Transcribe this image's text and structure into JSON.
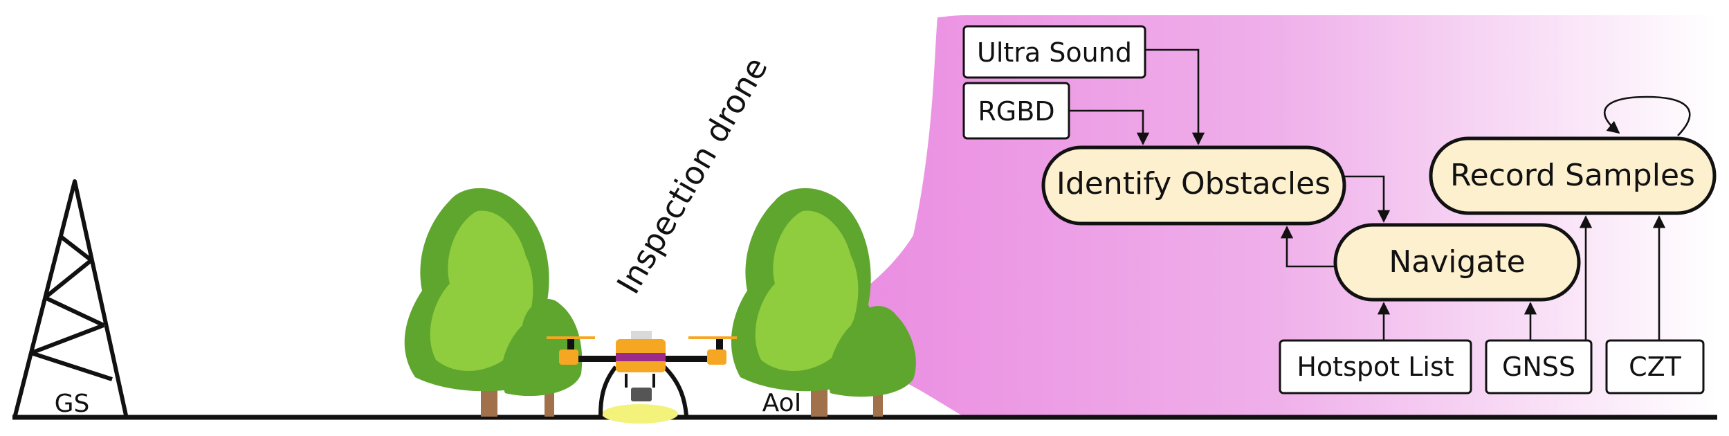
{
  "ground_station_label": "GS",
  "drone_label": "Inspection drone",
  "area_label": "AoI",
  "inputs": {
    "ultrasound": "Ultra Sound",
    "rgbd": "RGBD",
    "hotspot": "Hotspot List",
    "gnss": "GNSS",
    "czt": "CZT"
  },
  "states": {
    "identify": "Identify Obstacles",
    "navigate": "Navigate",
    "record": "Record Samples"
  },
  "colors": {
    "magenta": "#ea8fe0",
    "pill_fill": "#fdf0cf",
    "tree_dark": "#5fa62e",
    "tree_light": "#8fcd3e",
    "trunk": "#a0714a",
    "drone_orange": "#f5a623",
    "drone_purple": "#9b2a8a"
  }
}
